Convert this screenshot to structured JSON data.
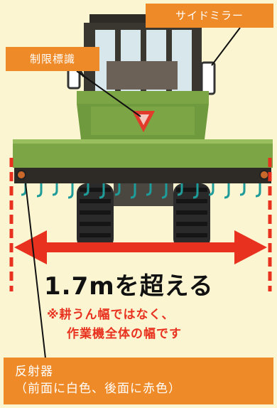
{
  "labels": {
    "side_mirror": "サイドミラー",
    "limit_sign": "制限標識",
    "reflector_title": "反射器",
    "reflector_detail": "（前面に白色、後面に赤色）"
  },
  "measurement": {
    "width_text": "1.7mを超える",
    "note_line1": "※耕うん幅ではなく、",
    "note_line2": "作業機全体の幅です"
  },
  "colors": {
    "background": "#FBF5D2",
    "label_bg": "#EE8A27",
    "arrow_red": "#E8311E",
    "tractor_green": "#7CA545",
    "tine_teal": "#1F9C9A"
  },
  "icons": [
    "tractor-illustration",
    "double-arrow-icon",
    "triangle-sign-icon"
  ]
}
